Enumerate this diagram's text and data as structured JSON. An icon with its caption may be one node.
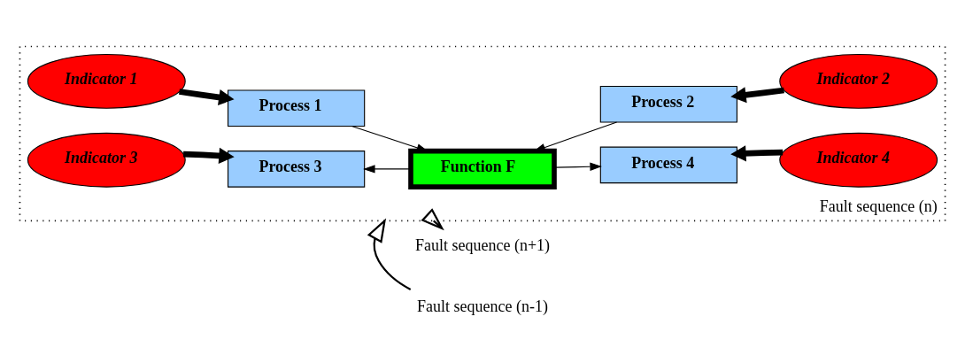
{
  "diagram": {
    "nodes": [
      {
        "text": [
          "Fault sequence (n-1)"
        ]
      },
      {
        "text": [
          "Fault sequence (n)"
        ]
      },
      {
        "text": [
          "Indicator 1"
        ],
        "in": 1
      },
      {
        "text": [
          "Process 1"
        ],
        "in": 1
      },
      {
        "text": [
          "Process 2"
        ],
        "in": 1
      },
      {
        "text": [
          "Indicator 2"
        ],
        "in": 1
      },
      {
        "text": [
          "Function F"
        ],
        "in": 1
      },
      {
        "text": [
          "Indicator 3"
        ],
        "in": 1
      },
      {
        "text": [
          "Process 3"
        ],
        "in": 1
      },
      {
        "text": [
          "Process 4"
        ],
        "in": 1
      },
      {
        "text": [
          "Indicator 4"
        ],
        "in": 1
      },
      {
        "text": [
          "Fault sequence (n+1)"
        ]
      }
    ],
    "edges": [
      {
        "from": 0,
        "to": 1,
        "arrow": "to"
      },
      {
        "from": 2,
        "to": 3,
        "arrow": "to",
        "style": "thick"
      },
      {
        "from": 5,
        "to": 4,
        "arrow": "to",
        "style": "thick"
      },
      {
        "from": 3,
        "to": 6,
        "arrow": "to"
      },
      {
        "from": 4,
        "to": 6,
        "arrow": "to"
      },
      {
        "from": 6,
        "to": 8,
        "arrow": "to"
      },
      {
        "from": 6,
        "to": 9,
        "arrow": "to"
      },
      {
        "from": 7,
        "to": 8,
        "arrow": "to",
        "style": "thick"
      },
      {
        "from": 10,
        "to": 9,
        "arrow": "to",
        "style": "thick"
      },
      {
        "from": 1,
        "to": 11,
        "arrow": "to"
      }
    ]
  }
}
